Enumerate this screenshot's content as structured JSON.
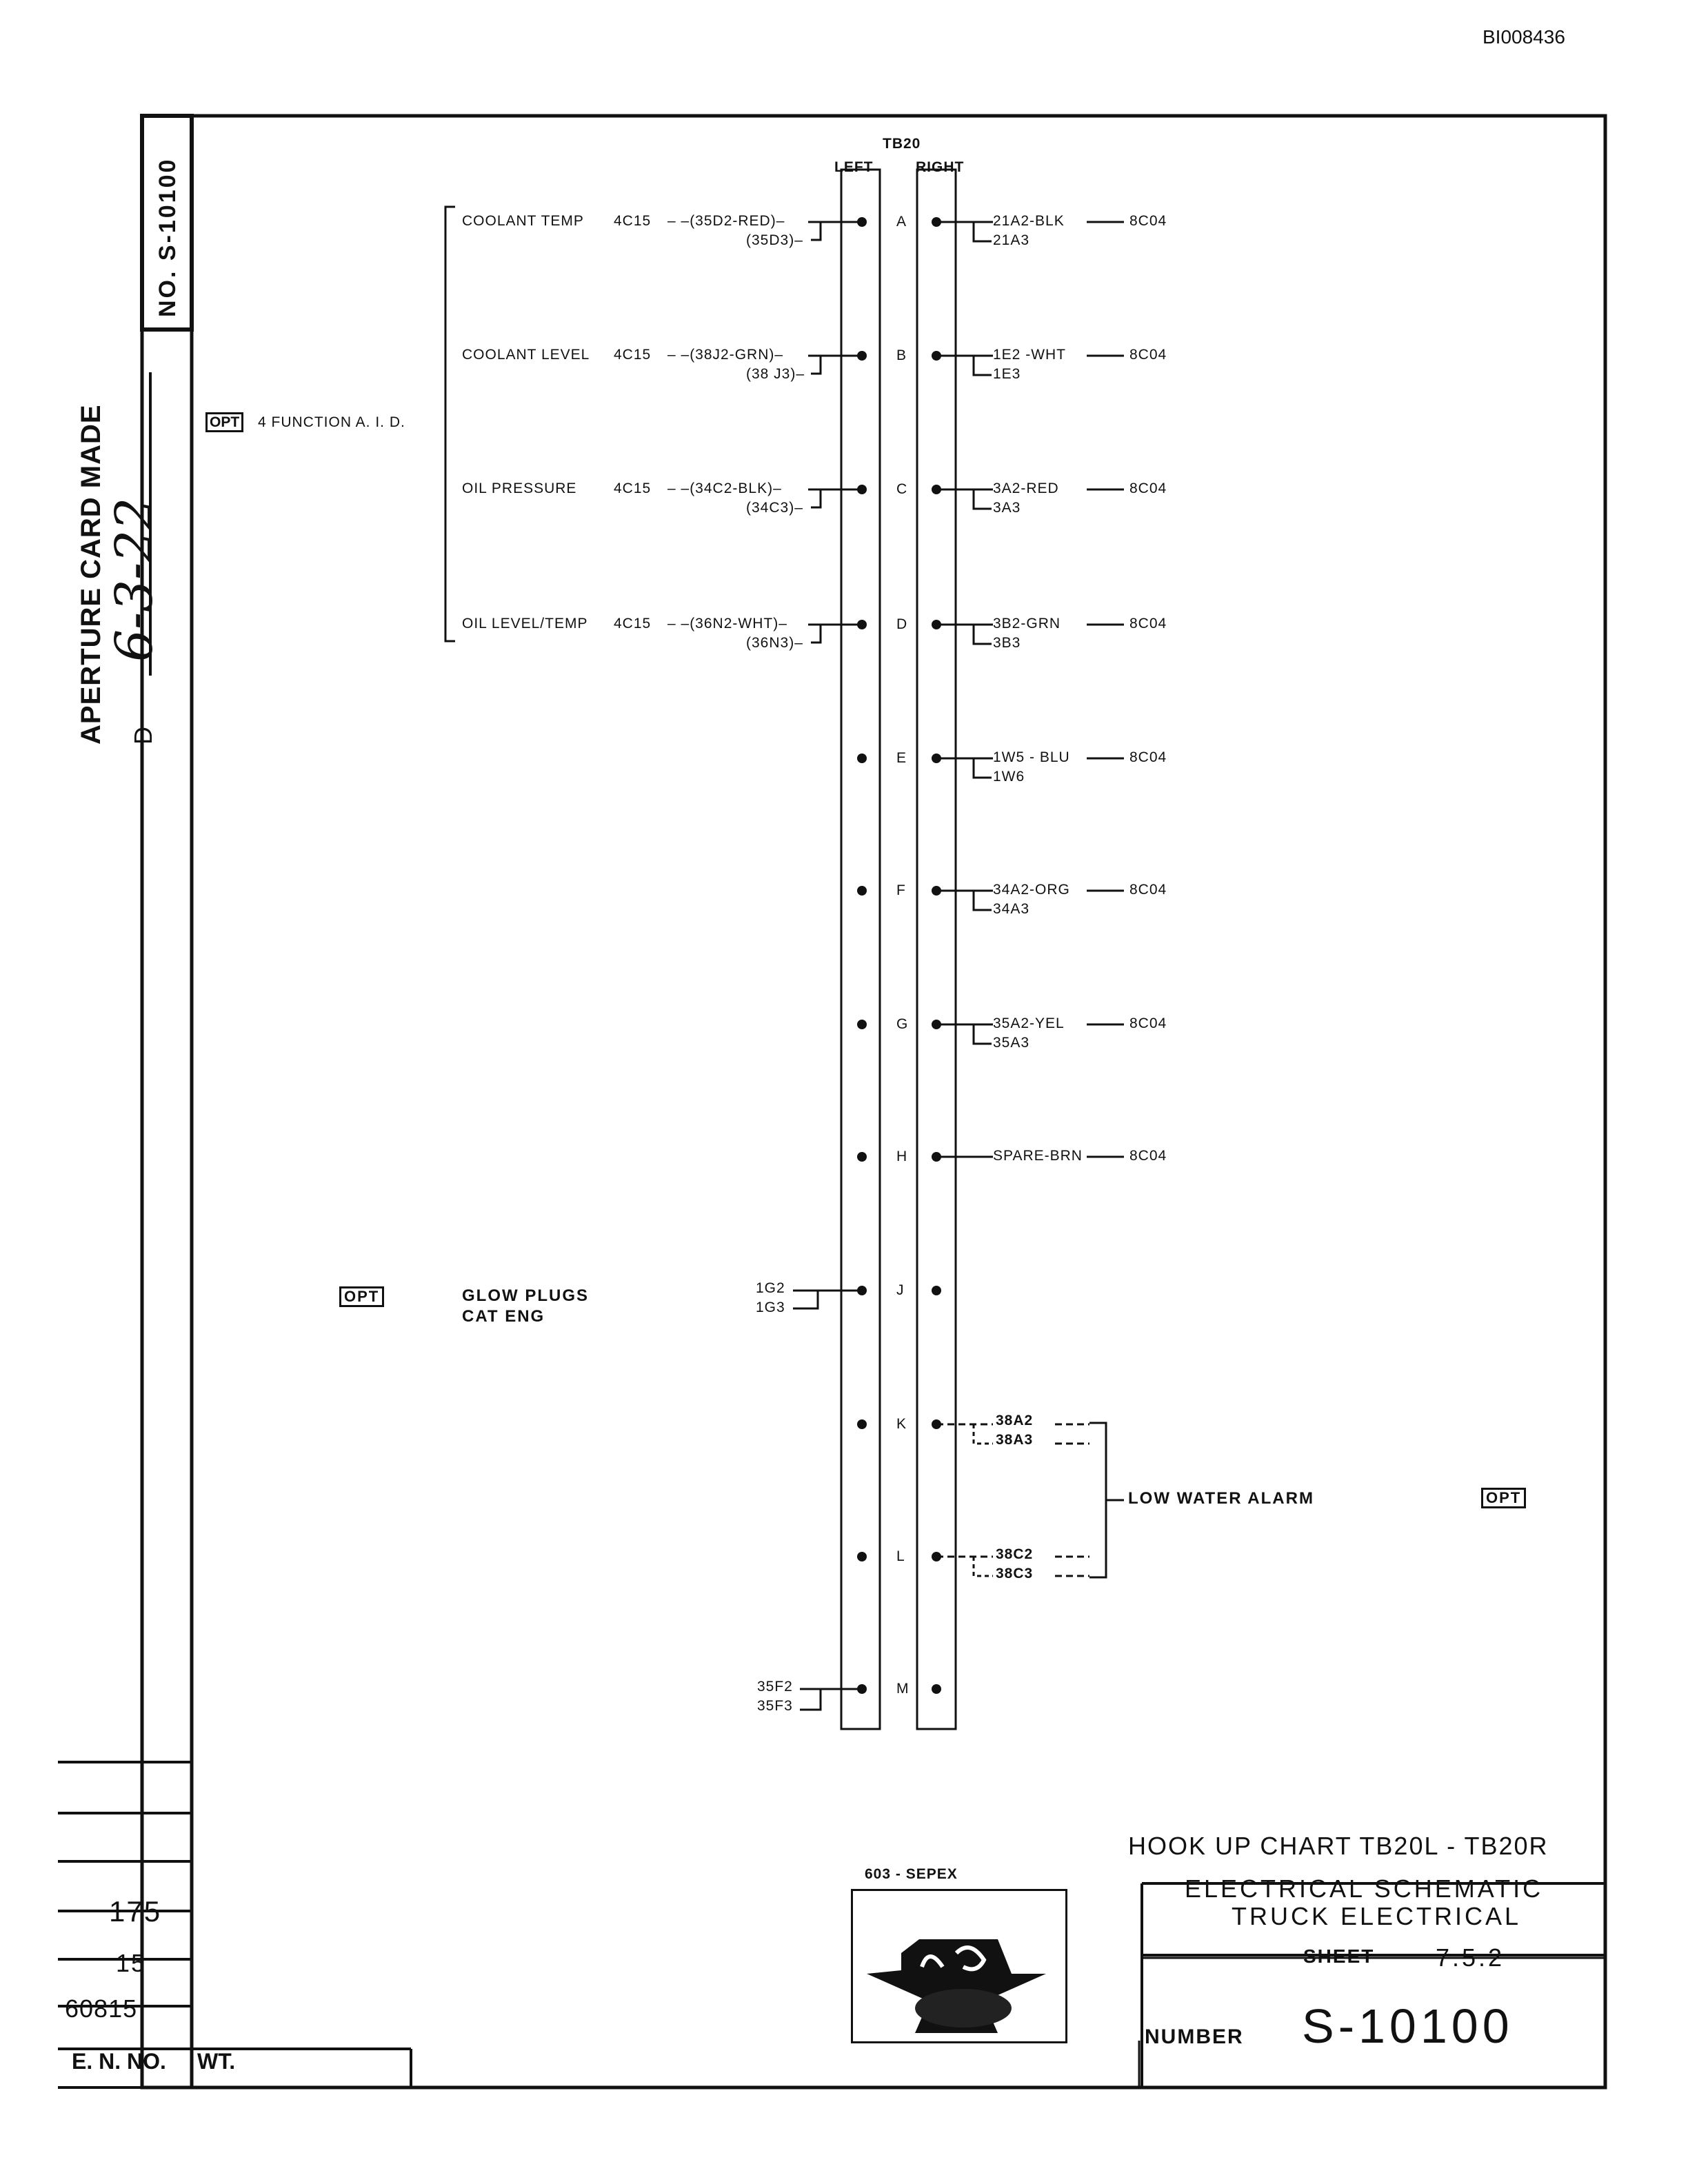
{
  "document_id": "BI008436",
  "side_stamp": {
    "number": "NO. S-10100",
    "aperture_line1": "APERTURE CARD MADE",
    "aperture_line2": "D",
    "aperture_date": "6-3-22"
  },
  "terminal_block": {
    "title": "TB20",
    "left_label": "LEFT",
    "right_label": "RIGHT",
    "terminals": [
      "A",
      "B",
      "C",
      "D",
      "E",
      "F",
      "G",
      "H",
      "J",
      "K",
      "L",
      "M"
    ]
  },
  "aid_group": {
    "opt_label": "OPT",
    "label": "4 FUNCTION A. I. D.",
    "rows": [
      {
        "name": "COOLANT TEMP",
        "code": "4C15",
        "wire": "(35D2-RED)",
        "wire2": "(35D3)"
      },
      {
        "name": "COOLANT LEVEL",
        "code": "4C15",
        "wire": "(38J2-GRN)",
        "wire2": "(38 J3)"
      },
      {
        "name": "OIL PRESSURE",
        "code": "4C15",
        "wire": "(34C2-BLK)",
        "wire2": "(34C3)"
      },
      {
        "name": "OIL LEVEL/TEMP",
        "code": "4C15",
        "wire": "(36N2-WHT)",
        "wire2": "(36N3)"
      }
    ]
  },
  "right_wires": [
    {
      "wire": "21A2-BLK",
      "wire2": "21A3",
      "dest": "8C04"
    },
    {
      "wire": "1E2 -WHT",
      "wire2": "1E3",
      "dest": "8C04"
    },
    {
      "wire": "3A2-RED",
      "wire2": "3A3",
      "dest": "8C04"
    },
    {
      "wire": "3B2-GRN",
      "wire2": "3B3",
      "dest": "8C04"
    },
    {
      "wire": "1W5 - BLU",
      "wire2": "1W6",
      "dest": "8C04"
    },
    {
      "wire": "34A2-ORG",
      "wire2": "34A3",
      "dest": "8C04"
    },
    {
      "wire": "35A2-YEL",
      "wire2": "35A3",
      "dest": "8C04"
    },
    {
      "wire": "SPARE-BRN",
      "wire2": "",
      "dest": "8C04"
    }
  ],
  "glow_plugs": {
    "opt_label": "OPT",
    "line1": "GLOW PLUGS",
    "line2": "CAT ENG",
    "wire": "1G2",
    "wire2": "1G3"
  },
  "m_terminal": {
    "wire": "35F2",
    "wire2": "35F3"
  },
  "low_water": {
    "label": "LOW WATER ALARM",
    "opt_label": "OPT",
    "k_wire": "38A2",
    "k_wire2": "38A3",
    "l_wire": "38C2",
    "l_wire2": "38C3"
  },
  "title_block": {
    "hookup_title": "HOOK UP CHART TB20L - TB20R",
    "logo_caption": "603 - SEPEX",
    "desc_line1": "ELECTRICAL SCHEMATIC",
    "desc_line2": "TRUCK ELECTRICAL",
    "sheet_label": "SHEET",
    "sheet_value": "7.5.2",
    "number_label": "NUMBER",
    "number_value": "S-10100",
    "left_values": [
      "175",
      "15",
      "60815"
    ],
    "en_label": "E. N. NO.",
    "wt_label": "WT."
  }
}
